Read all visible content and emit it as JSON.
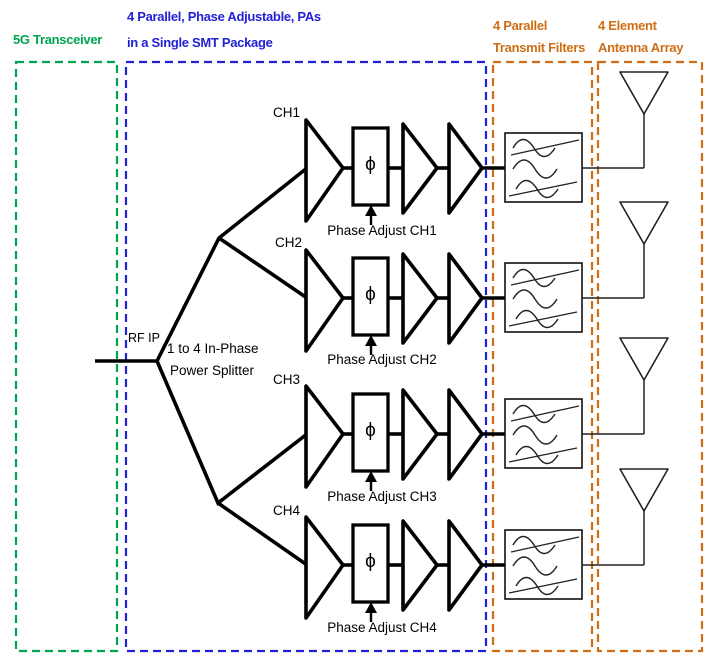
{
  "regions": {
    "transceiver": {
      "title": "5G Transceiver",
      "color": "#00A550"
    },
    "pa_package": {
      "title_line1": "4 Parallel, Phase Adjustable, PAs",
      "title_line2": "in a Single SMT Package",
      "color": "#2121D6"
    },
    "filters": {
      "title_line1": "4 Parallel",
      "title_line2": "Transmit Filters",
      "color": "#CF6E15"
    },
    "antennas": {
      "title_line1": "4 Element",
      "title_line2": "Antenna Array",
      "color": "#CF6E15"
    }
  },
  "splitter": {
    "input_label": "RF IP",
    "label_line1": "1 to 4 In-Phase",
    "label_line2": "Power Splitter"
  },
  "channels": [
    {
      "name": "CH1",
      "phase_symbol": "ϕ",
      "phase_label": "Phase Adjust CH1"
    },
    {
      "name": "CH2",
      "phase_symbol": "ϕ",
      "phase_label": "Phase Adjust CH2"
    },
    {
      "name": "CH3",
      "phase_symbol": "ϕ",
      "phase_label": "Phase Adjust CH3"
    },
    {
      "name": "CH4",
      "phase_symbol": "ϕ",
      "phase_label": "Phase Adjust CH4"
    }
  ],
  "line_color": "#000000"
}
